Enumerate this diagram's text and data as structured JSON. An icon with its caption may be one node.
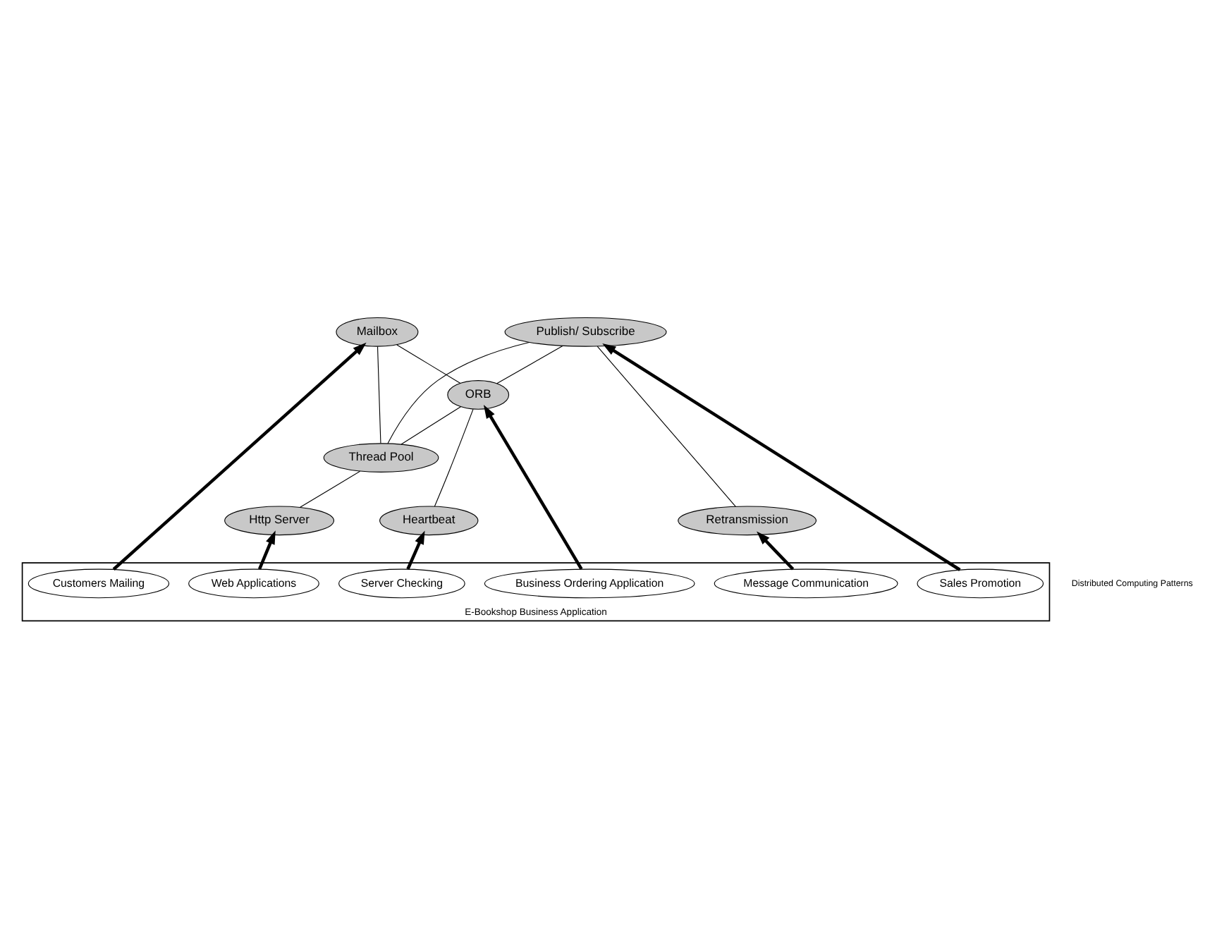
{
  "diagram": {
    "nodes": [
      {
        "text": [
          "Http Server"
        ]
      },
      {
        "text": [
          "Thread Pool"
        ]
      },
      {
        "text": [
          "Heartbeat"
        ]
      },
      {
        "text": [
          "ORB"
        ]
      },
      {
        "text": [
          "Mailbox"
        ]
      },
      {
        "text": [
          "Publish/ Subscribe"
        ]
      },
      {
        "text": [
          "Retransmission"
        ]
      },
      {
        "text": [
          "E-Bookshop Business Application"
        ]
      },
      {
        "text": [
          "Server Checking"
        ],
        "in": 7
      },
      {
        "text": [
          "Message Communication"
        ],
        "in": 7
      },
      {
        "text": [
          "Sales Promotion"
        ],
        "in": 7
      },
      {
        "text": [
          "Web Applications"
        ],
        "in": 7
      },
      {
        "text": [
          "Business Ordering Application"
        ],
        "in": 7
      },
      {
        "text": [
          "Customers Mailing"
        ],
        "in": 7
      }
    ],
    "edges": [
      {
        "from": 0,
        "to": 1,
        "arrow": "none"
      },
      {
        "from": 1,
        "to": 3,
        "arrow": "none"
      },
      {
        "from": 1,
        "to": 5,
        "arrow": "none"
      },
      {
        "from": 1,
        "to": 4,
        "arrow": "none"
      },
      {
        "from": 2,
        "to": 3,
        "arrow": "none"
      },
      {
        "from": 3,
        "to": 4,
        "arrow": "none"
      },
      {
        "from": 3,
        "to": 5,
        "arrow": "none"
      },
      {
        "from": 6,
        "to": 5,
        "arrow": "none"
      },
      {
        "from": 8,
        "to": 2,
        "arrow": "to",
        "style": "thick"
      },
      {
        "from": 11,
        "to": 0,
        "arrow": "to",
        "style": "thick"
      },
      {
        "from": 9,
        "to": 6,
        "arrow": "to",
        "style": "thick"
      },
      {
        "from": 12,
        "to": 3,
        "arrow": "to",
        "style": "thick"
      },
      {
        "from": 10,
        "to": 5,
        "arrow": "to",
        "style": "thick"
      },
      {
        "from": 13,
        "to": 4,
        "arrow": "to",
        "style": "thick"
      }
    ],
    "labels": [
      "Distributed Computing Patterns"
    ]
  }
}
